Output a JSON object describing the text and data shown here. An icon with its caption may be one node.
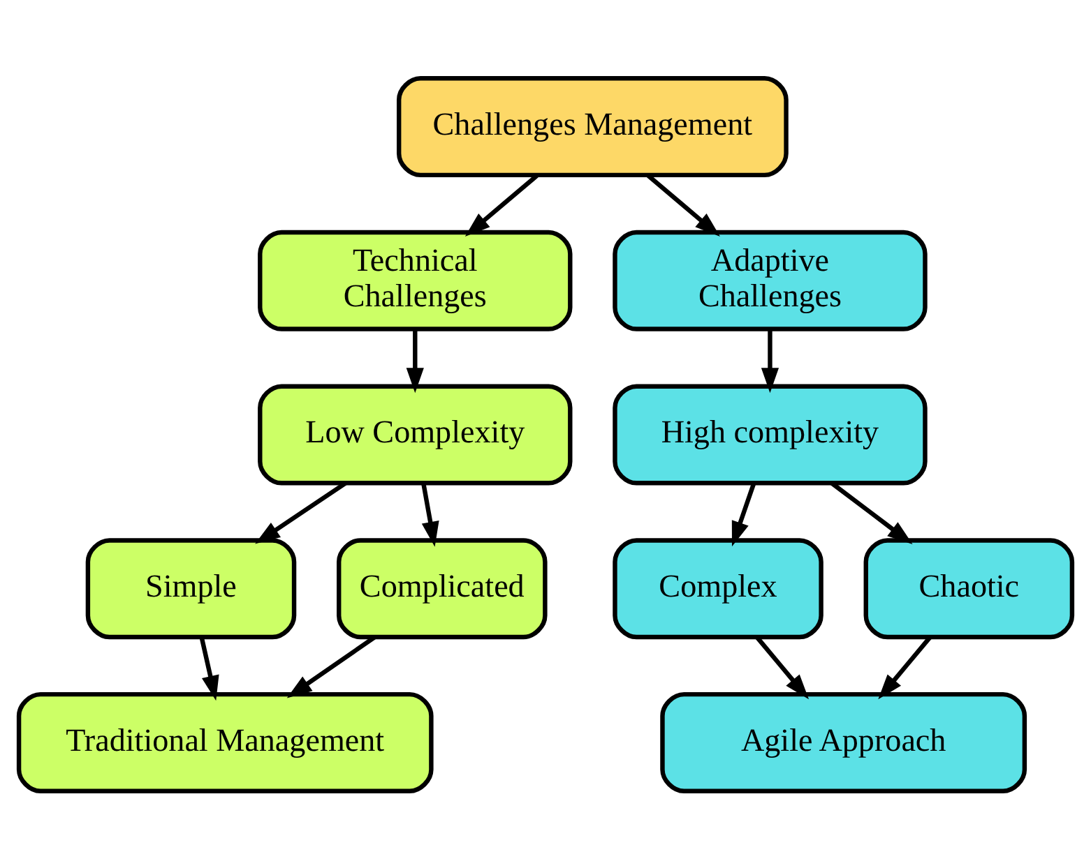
{
  "diagram": {
    "nodes": [
      {
        "text": [
          "Challenges Management"
        ]
      },
      {
        "text": [
          "Technical Challenges"
        ]
      },
      {
        "text": [
          "Adaptive Challenges"
        ]
      },
      {
        "text": [
          "Low Complexity"
        ]
      },
      {
        "text": [
          "High complexity"
        ]
      },
      {
        "text": [
          "Simple"
        ]
      },
      {
        "text": [
          "Complicated"
        ]
      },
      {
        "text": [
          "Complex"
        ]
      },
      {
        "text": [
          "Chaotic"
        ]
      },
      {
        "text": [
          "Traditional Management"
        ]
      },
      {
        "text": [
          "Agile Approach"
        ]
      }
    ],
    "edges": [
      {
        "from": 0,
        "to": 1,
        "arrow": "to"
      },
      {
        "from": 0,
        "to": 2,
        "arrow": "to"
      },
      {
        "from": 1,
        "to": 3,
        "arrow": "to"
      },
      {
        "from": 2,
        "to": 4,
        "arrow": "to"
      },
      {
        "from": 3,
        "to": 5,
        "arrow": "to"
      },
      {
        "from": 3,
        "to": 6,
        "arrow": "to"
      },
      {
        "from": 4,
        "to": 7,
        "arrow": "to"
      },
      {
        "from": 4,
        "to": 8,
        "arrow": "to"
      },
      {
        "from": 5,
        "to": 9,
        "arrow": "to"
      },
      {
        "from": 6,
        "to": 9,
        "arrow": "to"
      },
      {
        "from": 7,
        "to": 10,
        "arrow": "to"
      },
      {
        "from": 8,
        "to": 10,
        "arrow": "to"
      }
    ]
  }
}
